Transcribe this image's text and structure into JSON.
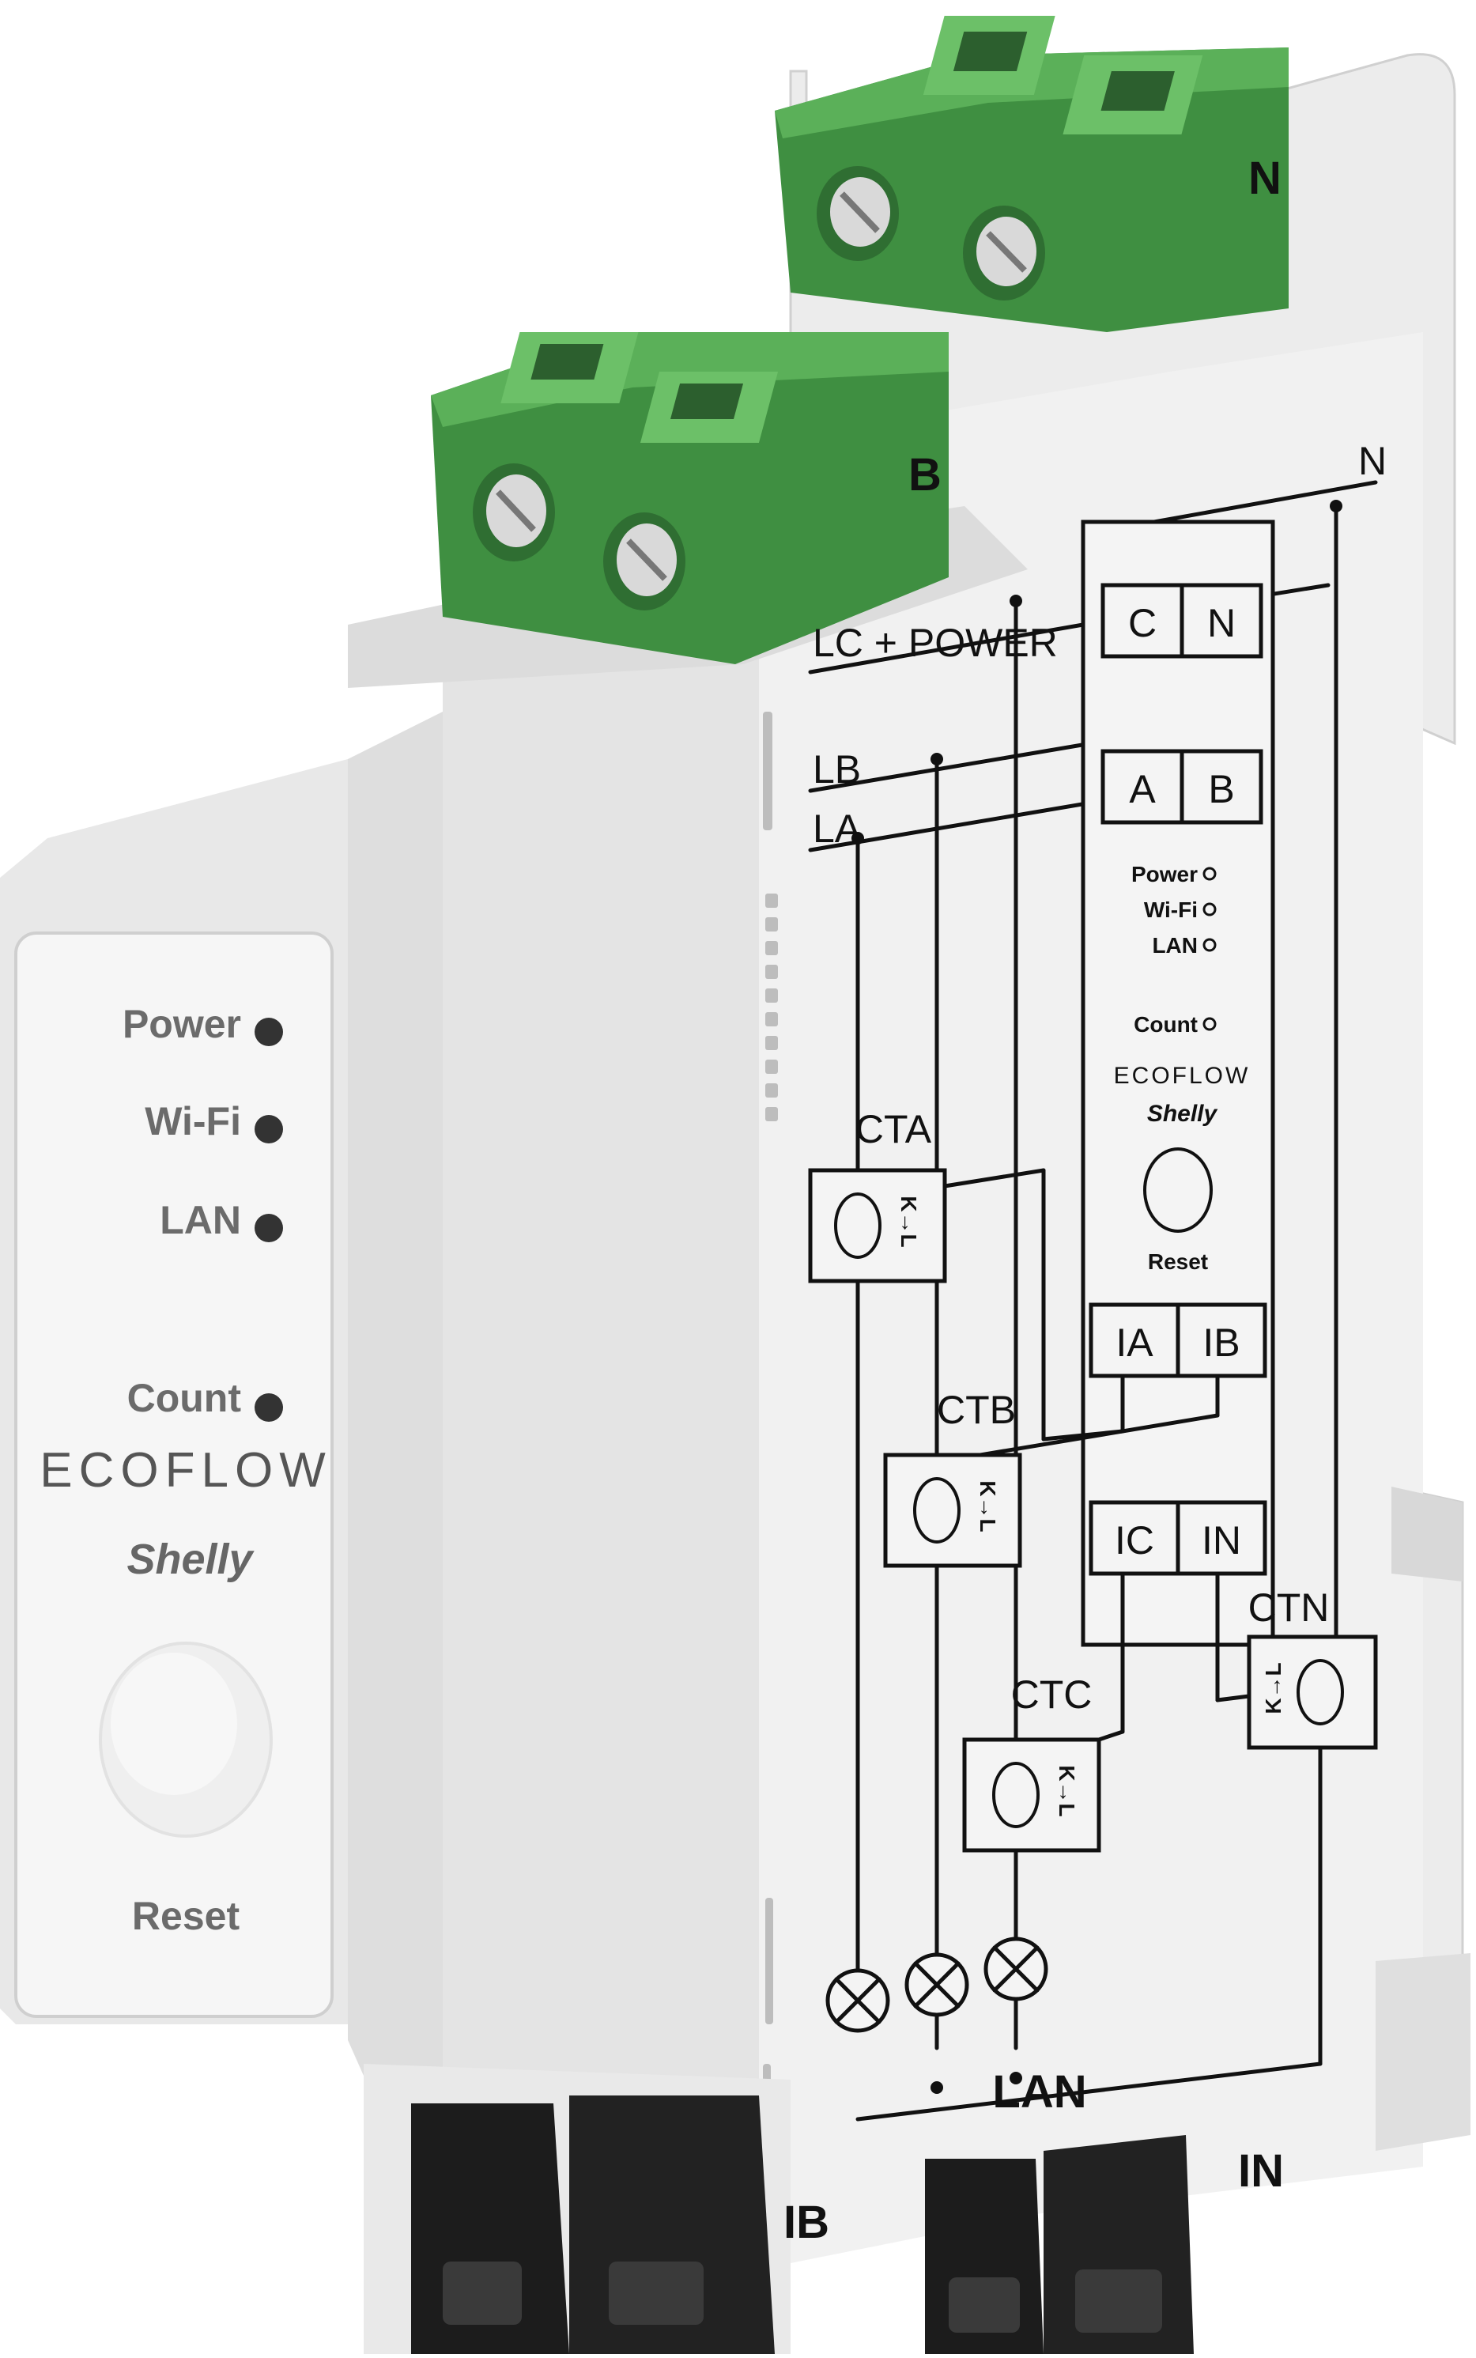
{
  "front_panel": {
    "leds": [
      {
        "label": "Power"
      },
      {
        "label": "Wi-Fi"
      },
      {
        "label": "LAN"
      },
      {
        "label": "Count"
      }
    ],
    "brand": "ECOFLOW",
    "sub_brand": "Shelly",
    "reset_label": "Reset"
  },
  "terminals": {
    "top_label": "N",
    "mid_label": "B",
    "bottom_labels": [
      "IB",
      "LAN",
      "IN"
    ]
  },
  "wiring_diagram": {
    "rails": [
      "LC + POWER",
      "LB",
      "LA"
    ],
    "n_label": "N",
    "module_terminals_top": [
      "C",
      "N"
    ],
    "module_terminals_mid": [
      "A",
      "B"
    ],
    "module_leds": [
      "Power",
      "Wi-Fi",
      "LAN",
      "Count"
    ],
    "module_brand": "ECOFLOW",
    "module_sub_brand": "Shelly",
    "module_reset": "Reset",
    "module_inputs_1": [
      "IA",
      "IB"
    ],
    "module_inputs_2": [
      "IC",
      "IN"
    ],
    "ct_labels": [
      "CTA",
      "CTB",
      "CTC",
      "CTN"
    ],
    "ct_direction": "K→L"
  },
  "colors": {
    "housing": "#ececec",
    "housing_shadow": "#d6d6d6",
    "terminal_green": "#4e9a4b",
    "terminal_dark": "#2f6e32",
    "connector_black": "#1c1c1c"
  }
}
